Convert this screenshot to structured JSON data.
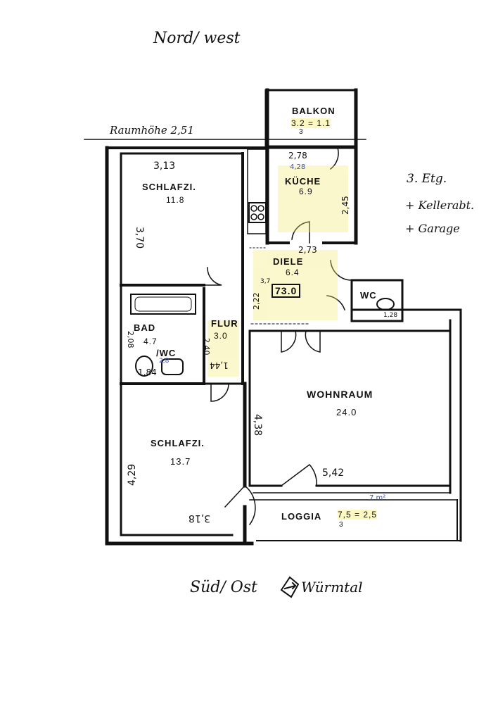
{
  "orientation": {
    "north": "Nord/ west",
    "south": "Süd/ Ost",
    "valley": "Würmtal"
  },
  "room_height": "Raumhöhe 2,51",
  "notes": [
    "3. Etg.",
    "+ Kellerabt.",
    "+ Garage"
  ],
  "total_area": "73.0",
  "rooms": {
    "balkon": {
      "name": "BALKON",
      "formula": "3.2 = 1.1",
      "formula_denominator": "3"
    },
    "kueche": {
      "name": "KÜCHE",
      "area": "6.9",
      "dim_w": "2,78",
      "dim_w2": "4,28",
      "dim_h": "2,45"
    },
    "schlafzi_top": {
      "name": "SCHLAFZI.",
      "area": "11.8",
      "dim_w": "3,13",
      "dim_h": "3,70"
    },
    "diele": {
      "name": "DIELE",
      "area": "6.4",
      "dim_w": "2,73",
      "dim_h": "2,22",
      "dim_small": "3,7"
    },
    "wc": {
      "name": "WC",
      "dim": "1,28"
    },
    "bad": {
      "name": "BAD",
      "area": "4.7",
      "suffix": "/WC",
      "dim_h": "2,08",
      "dim_w": "1,84",
      "dim_small": "2,8"
    },
    "flur": {
      "name": "FLUR",
      "area": "3.0",
      "dim_h": "2,40",
      "dim_w": "1,44"
    },
    "wohnraum": {
      "name": "WOHNRAUM",
      "area": "24.0",
      "dim_h": "4,38",
      "dim_w": "5,42"
    },
    "schlafzi_bottom": {
      "name": "SCHLAFZI.",
      "area": "13.7",
      "dim_h": "4,29",
      "dim_w": "3,18"
    },
    "loggia": {
      "name": "LOGGIA",
      "formula": "7,5 = 2,5",
      "formula_denominator": "3",
      "extra": "7 m²"
    }
  },
  "colors": {
    "ink": "#111111",
    "highlight": "#f5ea70",
    "annotation_blue": "#3a4fb0"
  }
}
